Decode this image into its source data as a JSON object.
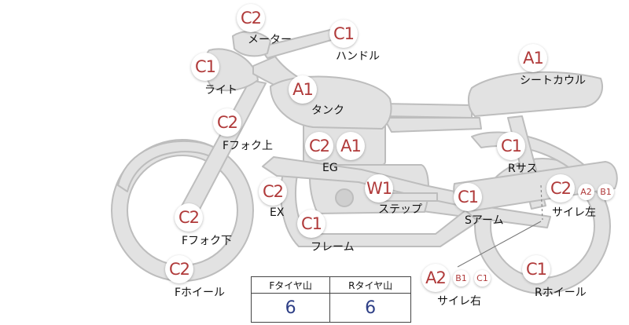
{
  "colors": {
    "badge_text": "#b03a3a",
    "part_fill": "#e2e2e2",
    "part_stroke": "#bdbdbd",
    "value_text": "#2e3f86"
  },
  "parts": {
    "meter": {
      "label": "メーター",
      "grades": [
        "C2"
      ]
    },
    "handle": {
      "label": "ハンドル",
      "grades": [
        "C1"
      ]
    },
    "light": {
      "label": "ライト",
      "grades": [
        "C1"
      ]
    },
    "tank": {
      "label": "タンク",
      "grades": [
        "A1"
      ]
    },
    "seat_cowl": {
      "label": "シートカウル",
      "grades": [
        "A1"
      ]
    },
    "f_fork_upper": {
      "label": "Fフォク上",
      "grades": [
        "C2"
      ]
    },
    "engine": {
      "label": "EG",
      "grades": [
        "C2",
        "A1"
      ]
    },
    "r_sus": {
      "label": "Rサス",
      "grades": [
        "C1"
      ]
    },
    "exhaust": {
      "label": "EX",
      "grades": [
        "C2"
      ]
    },
    "step": {
      "label": "ステップ",
      "grades": [
        "W1"
      ]
    },
    "swing_arm": {
      "label": "Sアーム",
      "grades": [
        "C1"
      ]
    },
    "muffler_left": {
      "label": "サイレ左",
      "grades": [
        "C2",
        "A2",
        "B1"
      ]
    },
    "f_fork_lower": {
      "label": "Fフォク下",
      "grades": [
        "C2"
      ]
    },
    "frame": {
      "label": "フレーム",
      "grades": [
        "C1"
      ]
    },
    "f_wheel": {
      "label": "Fホイール",
      "grades": [
        "C2"
      ]
    },
    "muffler_right": {
      "label": "サイレ右",
      "grades": [
        "A2",
        "B1",
        "C1"
      ]
    },
    "r_wheel": {
      "label": "Rホイール",
      "grades": [
        "C1"
      ]
    }
  },
  "tire_table": {
    "front_header": "Fタイヤ山",
    "rear_header": "Rタイヤ山",
    "front_value": "6",
    "rear_value": "6"
  }
}
